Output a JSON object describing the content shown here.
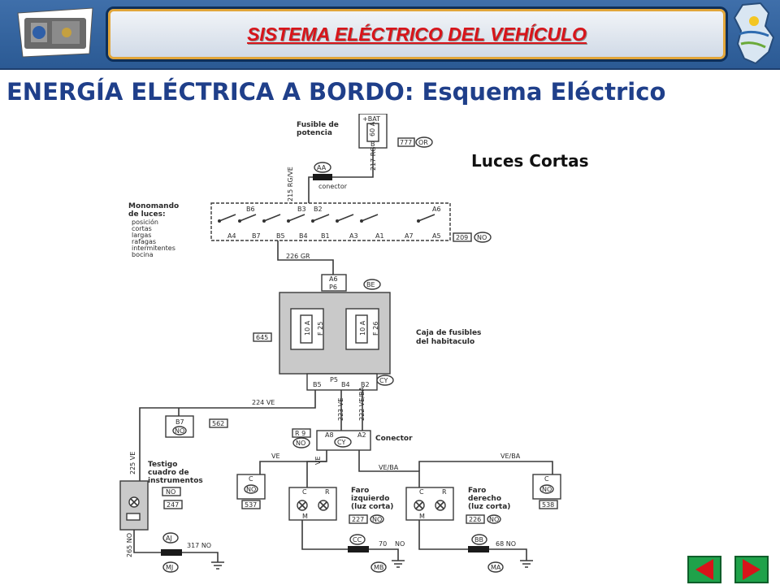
{
  "header": {
    "title": "SISTEMA ELÉCTRICO DEL VEHÍCULO",
    "left_logo_icon": "engine-logo-icon",
    "right_logo_icon": "province-map-logo-icon"
  },
  "heading": "ENERGÍA ELÉCTRICA A BORDO: Esquema Eléctrico",
  "sub_label": "Luces Cortas",
  "schematic": {
    "fusible_potencia": [
      "Fusible de",
      "potencia"
    ],
    "bat": "+BAT",
    "fuse_main": "60 A",
    "code_777": "777",
    "code_or": "OR",
    "wire_217": "217 RG",
    "conn_aa": "AA",
    "conector": "conector",
    "wire_215": "215 RG/VE",
    "monomando": [
      "Monomando",
      "de luces:",
      "posición",
      "cortas",
      "largas",
      "rafagas",
      "intermitentes",
      "bocina"
    ],
    "switch_pins_top": [
      "B6",
      "B3",
      "B2",
      "A6"
    ],
    "switch_pins_bottom": [
      "A4",
      "B7",
      "B5",
      "B4",
      "B1",
      "A3",
      "A1",
      "A7",
      "A5"
    ],
    "code_209": "209",
    "code_no": "NO",
    "wire_226": "226  GR",
    "pin_a6": "A6",
    "pin_p6": "P6",
    "code_be": "BE",
    "code_645": "645",
    "fuse_25": [
      "10 A",
      "F 25"
    ],
    "fuse_26": [
      "10 A",
      "F 26"
    ],
    "caja_fusibles": [
      "Caja de fusibles",
      "del habitaculo"
    ],
    "pins_bottom": [
      "B5",
      "P5",
      "B4",
      "B2"
    ],
    "code_cy": "CY",
    "wire_224": "224  VE",
    "wire_223": "223 VE",
    "wire_222": "222 VE/BA",
    "code_b7": "B7",
    "code_562": "562",
    "code_r9": "R 9",
    "conn_pins": [
      "A8",
      "A2"
    ],
    "conector_label": "Conector",
    "wire_225": "225 VE",
    "testigo": [
      "Testigo",
      "cuadro de",
      "instrumentos"
    ],
    "code_247": "247",
    "code_c": "C",
    "code_537": "537",
    "wire_ve": "VE",
    "wire_veba": "VE/BA",
    "faro_izq": [
      "Faro",
      "izquierdo",
      "(luz corta)"
    ],
    "faro_der": [
      "Faro",
      "derecho",
      "(luz corta)"
    ],
    "code_227": "227",
    "code_226": "226",
    "code_538": "538",
    "code_aj": "AJ",
    "code_317": "317  NO",
    "code_cc": "CC",
    "code_70": "70",
    "code_bb": "BB",
    "code_68": "68  NO",
    "code_265": "265 NO",
    "ground_mj": "MJ",
    "ground_mb": "MB",
    "ground_ma": "MA",
    "pins_cr": [
      "C",
      "R"
    ],
    "pin_m": "M"
  },
  "nav": {
    "prev_icon": "triangle-left-icon",
    "next_icon": "triangle-right-icon"
  },
  "colors": {
    "header_bg": "#3f6faa",
    "title_red": "#d8141a",
    "heading_blue": "#1f3f8a",
    "nav_green": "#1fa24a"
  }
}
